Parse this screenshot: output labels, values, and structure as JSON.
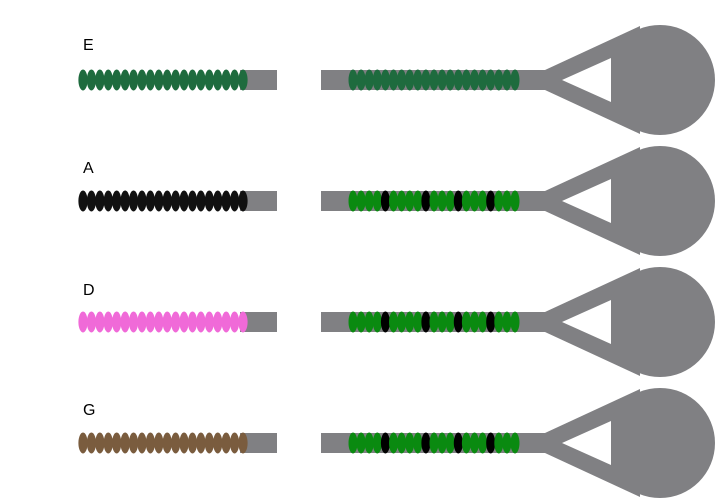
{
  "colors": {
    "rod": "#808083",
    "background": "#ffffff"
  },
  "rows": [
    {
      "label": "E",
      "left_bead_color": "#1e6b3e",
      "right_bead_color": "#1e6b3e",
      "right_pattern": "uniform"
    },
    {
      "label": "A",
      "left_bead_color": "#111111",
      "right_bead_color": "#0a8a10",
      "right_pattern": "banded"
    },
    {
      "label": "D",
      "left_bead_color": "#f06ad8",
      "right_bead_color": "#0a8a10",
      "right_pattern": "banded"
    },
    {
      "label": "G",
      "left_bead_color": "#7a5c3e",
      "right_bead_color": "#0a8a10",
      "right_pattern": "banded"
    }
  ],
  "band_color": "#000000"
}
